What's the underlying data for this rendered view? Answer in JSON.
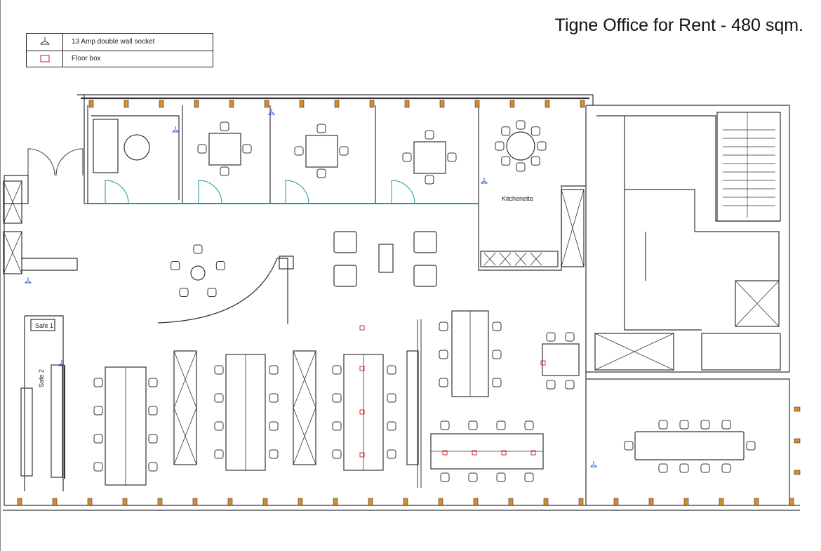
{
  "title": "Tigne Office for Rent - 480 sqm.",
  "legend": [
    {
      "symbol": "wall-socket-icon",
      "label": "13 Amp double wall socket"
    },
    {
      "symbol": "floor-box-icon",
      "label": "Floor box"
    }
  ],
  "room_labels": {
    "kitchenette": "Kitchenette",
    "safe1": "Safe 1",
    "safe2": "Safe 2"
  },
  "colors": {
    "lines": "#333333",
    "glazing": "#1a9a9a",
    "socket": "#2255cc",
    "floorbox": "#cc3333",
    "column": "#d98a2a"
  }
}
